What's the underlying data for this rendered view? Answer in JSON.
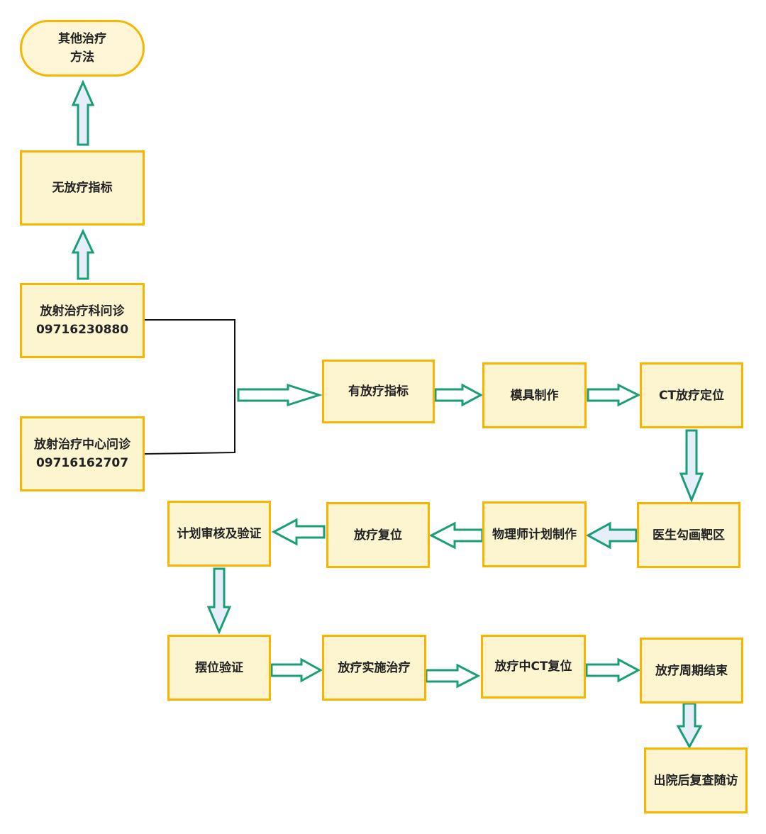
{
  "nodes": {
    "other_methods": "其他治疗\n方法",
    "no_indication": "无放疗指标",
    "dept_consult": "放射治疗科问诊\n09716230880",
    "center_consult": "放射治疗中心问诊\n09716162707",
    "has_indication": "有放疗指标",
    "mold": "模具制作",
    "ct_position": "CT放疗定位",
    "target_delineation": "医生勾画靶区",
    "physics_plan": "物理师计划制作",
    "reset": "放疗复位",
    "plan_review": "计划审核及验证",
    "setup_verify": "摆位验证",
    "treatment": "放疗实施治疗",
    "ct_reset": "放疗中CT复位",
    "cycle_end": "放疗周期结束",
    "followup": "出院后复查随访"
  },
  "colors": {
    "node_fill": "#fdf4d0",
    "node_border": "#f7b500",
    "arrow_stroke": "#1a9e7a",
    "arrow_fill": "#ffffff",
    "arrow_fill_alt": "#e6eef8",
    "connector": "#111111"
  }
}
